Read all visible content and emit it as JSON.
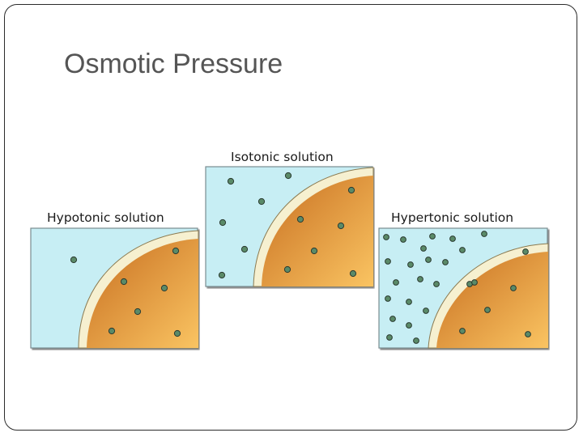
{
  "slide": {
    "title": "Osmotic Pressure"
  },
  "panels": [
    {
      "id": "hypo",
      "label": "Hypotonic solution"
    },
    {
      "id": "iso",
      "label": "Isotonic solution"
    },
    {
      "id": "hyper",
      "label": "Hypertonic solution"
    }
  ],
  "colors": {
    "solution": "#c7eef4",
    "cell_light": "#fac462",
    "cell_dark": "#c76e20",
    "membrane": "#f6f0d0",
    "particle": "#5a8a68",
    "frame": "#2b2b2b",
    "title": "#555555"
  },
  "icons": {
    "particle": "solute-particle-dot"
  }
}
